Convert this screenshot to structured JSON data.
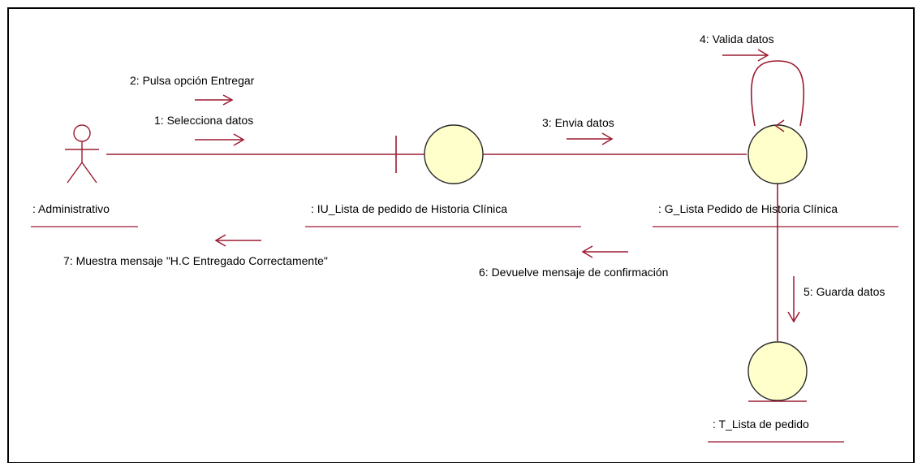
{
  "objects": {
    "actor": ": Administrativo",
    "interface": ": IU_Lista de pedido de Historia Clínica",
    "control": ": G_Lista Pedido de Historia Clínica",
    "entity": ": T_Lista de pedido"
  },
  "messages": {
    "m1": "1: Selecciona datos",
    "m2": "2: Pulsa opción Entregar",
    "m3": "3: Envia datos",
    "m4": "4: Valida datos",
    "m5": "5: Guarda datos",
    "m6": "6: Devuelve mensaje de confirmación",
    "m7": "7: Muestra mensaje \"H.C Entregado Correctamente\""
  },
  "colors": {
    "link": "#9b1b30",
    "object_fill": "#ffffcc",
    "frame": "#000000"
  }
}
